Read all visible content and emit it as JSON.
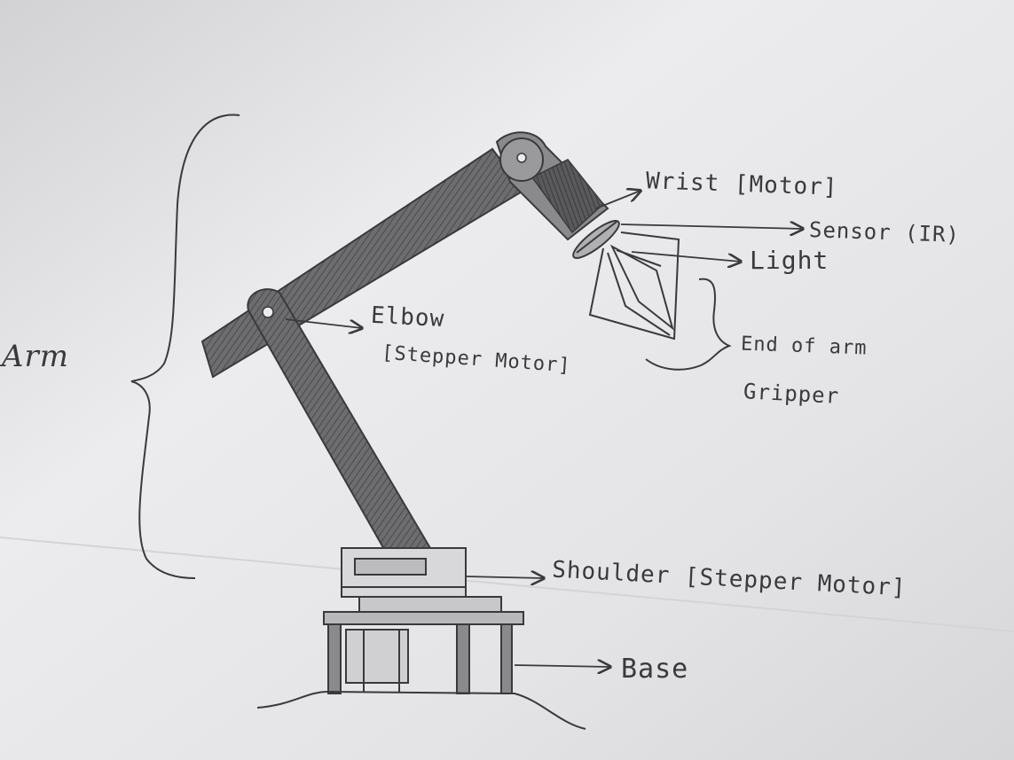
{
  "labels": {
    "arm": "Arm",
    "wrist": "Wrist [Motor]",
    "sensor": "Sensor (IR)",
    "light": "Light",
    "elbow": "Elbow",
    "elbow_motor": "[Stepper Motor]",
    "end_of_arm": "End of arm",
    "gripper": "Gripper",
    "shoulder": "Shoulder [Stepper Motor]",
    "base": "Base"
  },
  "colors": {
    "paper": "#ececee",
    "pencil": "#3a3a3c",
    "shading": "#6d6d6f"
  }
}
